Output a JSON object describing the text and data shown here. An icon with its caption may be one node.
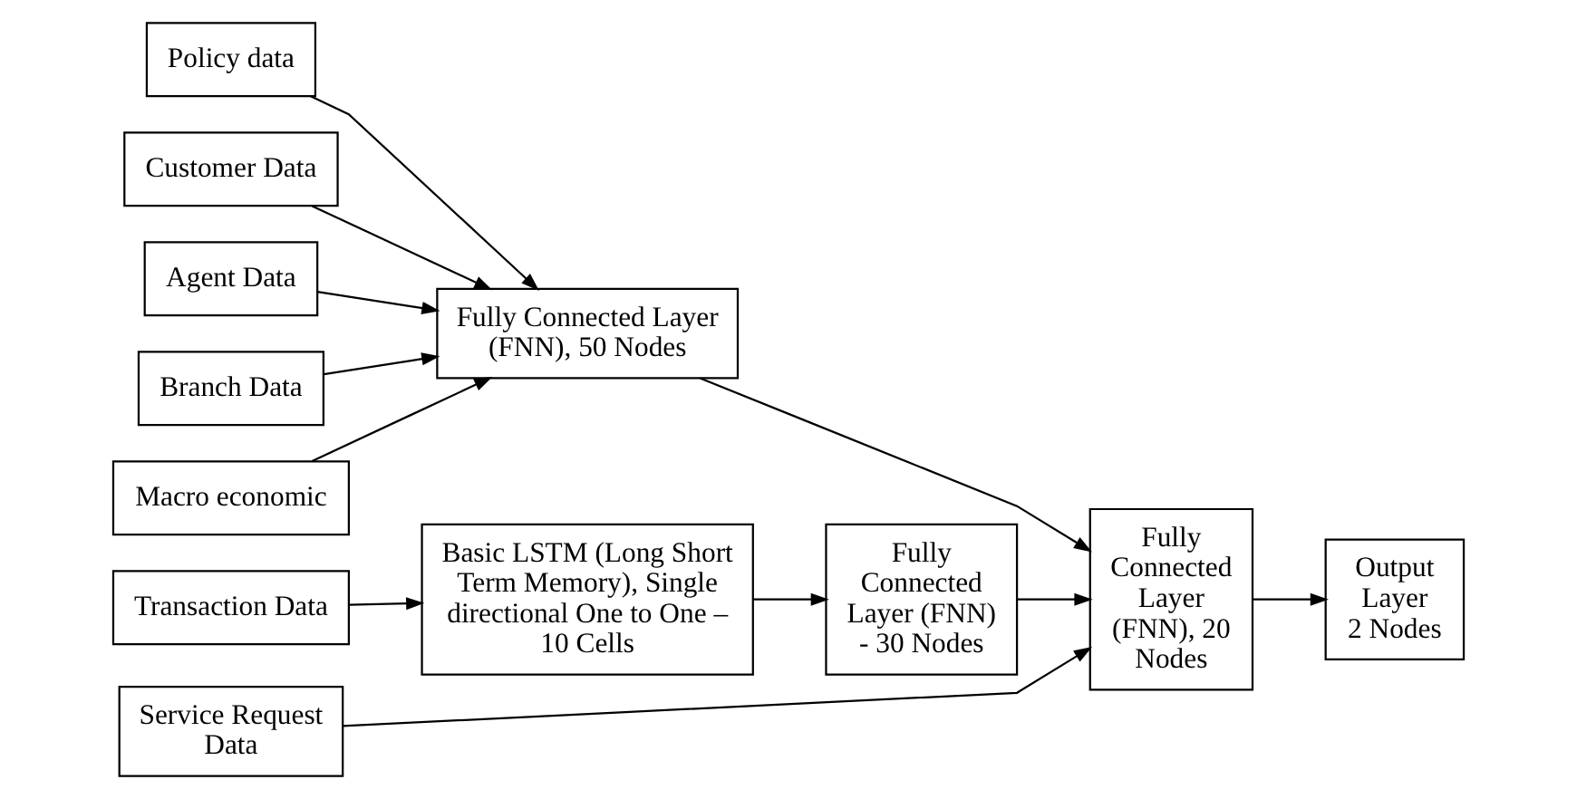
{
  "diagram": {
    "nodes": [
      {
        "text": [
          "Policy data"
        ]
      },
      {
        "text": [
          "Customer Data"
        ]
      },
      {
        "text": [
          "Agent Data"
        ]
      },
      {
        "text": [
          "Branch Data"
        ]
      },
      {
        "text": [
          "Macro economic"
        ]
      },
      {
        "text": [
          "Fully Connected Layer (FNN), 50 Nodes"
        ]
      },
      {
        "text": [
          "Transaction Data"
        ]
      },
      {
        "text": [
          "Basic LSTM (Long Short Term Memory), Single directional One to One – 10 Cells"
        ]
      },
      {
        "text": [
          "Fully Connected Layer (FNN) - 30 Nodes"
        ]
      },
      {
        "text": [
          "Service Request Data"
        ]
      },
      {
        "text": [
          "Fully Connected Layer (FNN), 20 Nodes"
        ]
      },
      {
        "text": [
          "Output Layer",
          "2 Nodes"
        ]
      }
    ],
    "edges": [
      {
        "from": 0,
        "to": 5,
        "arrow": "to"
      },
      {
        "from": 1,
        "to": 5,
        "arrow": "to"
      },
      {
        "from": 2,
        "to": 5,
        "arrow": "to"
      },
      {
        "from": 3,
        "to": 5,
        "arrow": "to"
      },
      {
        "from": 4,
        "to": 5,
        "arrow": "to"
      },
      {
        "from": 5,
        "to": 10,
        "arrow": "to"
      },
      {
        "from": 6,
        "to": 7,
        "arrow": "to"
      },
      {
        "from": 7,
        "to": 8,
        "arrow": "to"
      },
      {
        "from": 8,
        "to": 10,
        "arrow": "to"
      },
      {
        "from": 9,
        "to": 10,
        "arrow": "to"
      },
      {
        "from": 10,
        "to": 11,
        "arrow": "to"
      }
    ]
  }
}
